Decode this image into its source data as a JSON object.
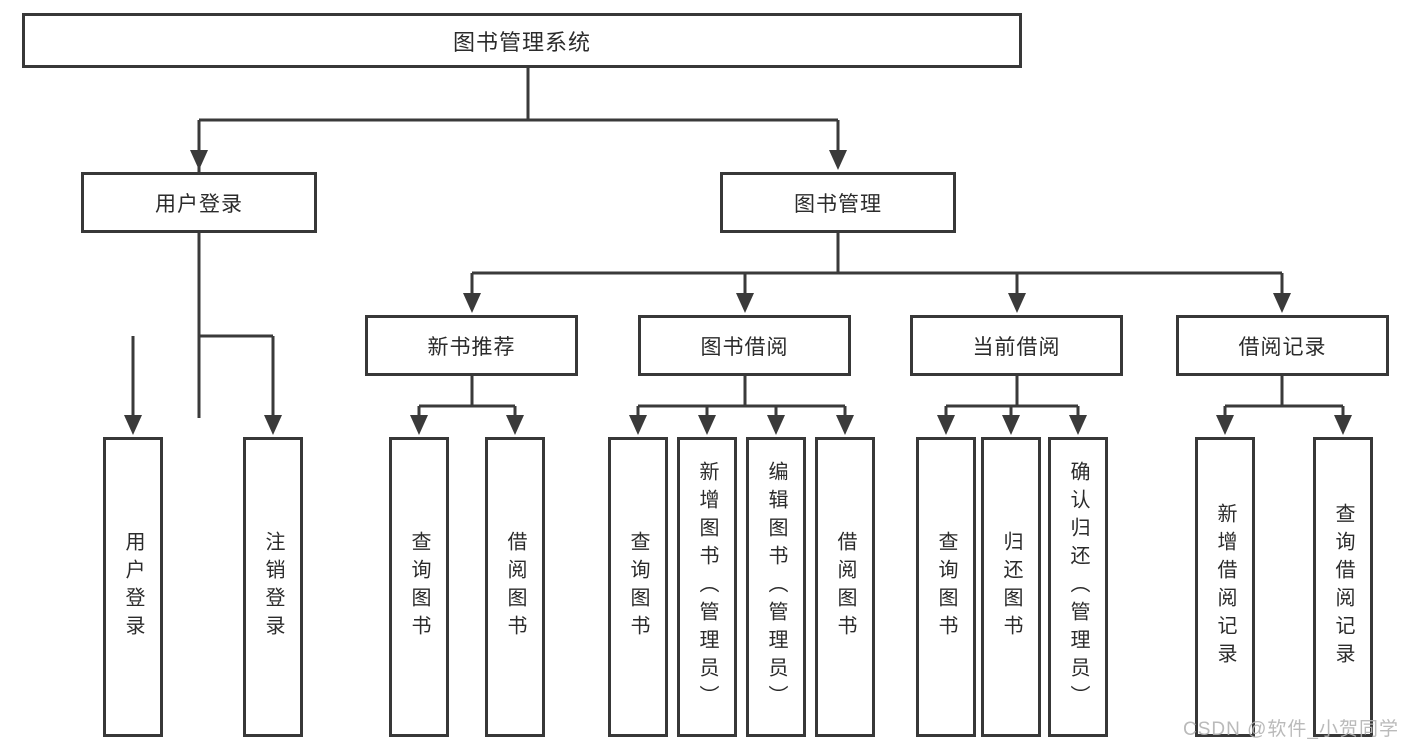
{
  "diagram": {
    "title": "图书管理系统",
    "type": "hierarchy-tree",
    "tree": {
      "root": {
        "label": "图书管理系统"
      },
      "branches": [
        {
          "label": "用户登录",
          "children": [
            {
              "label": "用户登录"
            },
            {
              "label": "注销登录"
            }
          ]
        },
        {
          "label": "图书管理",
          "children": [
            {
              "label": "新书推荐",
              "children": [
                {
                  "label": "查询图书"
                },
                {
                  "label": "借阅图书"
                }
              ]
            },
            {
              "label": "图书借阅",
              "children": [
                {
                  "label": "查询图书"
                },
                {
                  "label": "新增图书（管理员）"
                },
                {
                  "label": "编辑图书（管理员）"
                },
                {
                  "label": "借阅图书"
                }
              ]
            },
            {
              "label": "当前借阅",
              "children": [
                {
                  "label": "查询图书"
                },
                {
                  "label": "归还图书"
                },
                {
                  "label": "确认归还（管理员）"
                }
              ]
            },
            {
              "label": "借阅记录",
              "children": [
                {
                  "label": "新增借阅记录"
                },
                {
                  "label": "查询借阅记录"
                }
              ]
            }
          ]
        }
      ]
    },
    "colors": {
      "line": "#3a3a3a",
      "box_border": "#383838",
      "box_fill": "#ffffff",
      "text": "#2b2b2b",
      "background": "#ffffff",
      "watermark": "#b3b3b3"
    }
  },
  "watermark": {
    "text": "CSDN @软件_小贺同学"
  }
}
